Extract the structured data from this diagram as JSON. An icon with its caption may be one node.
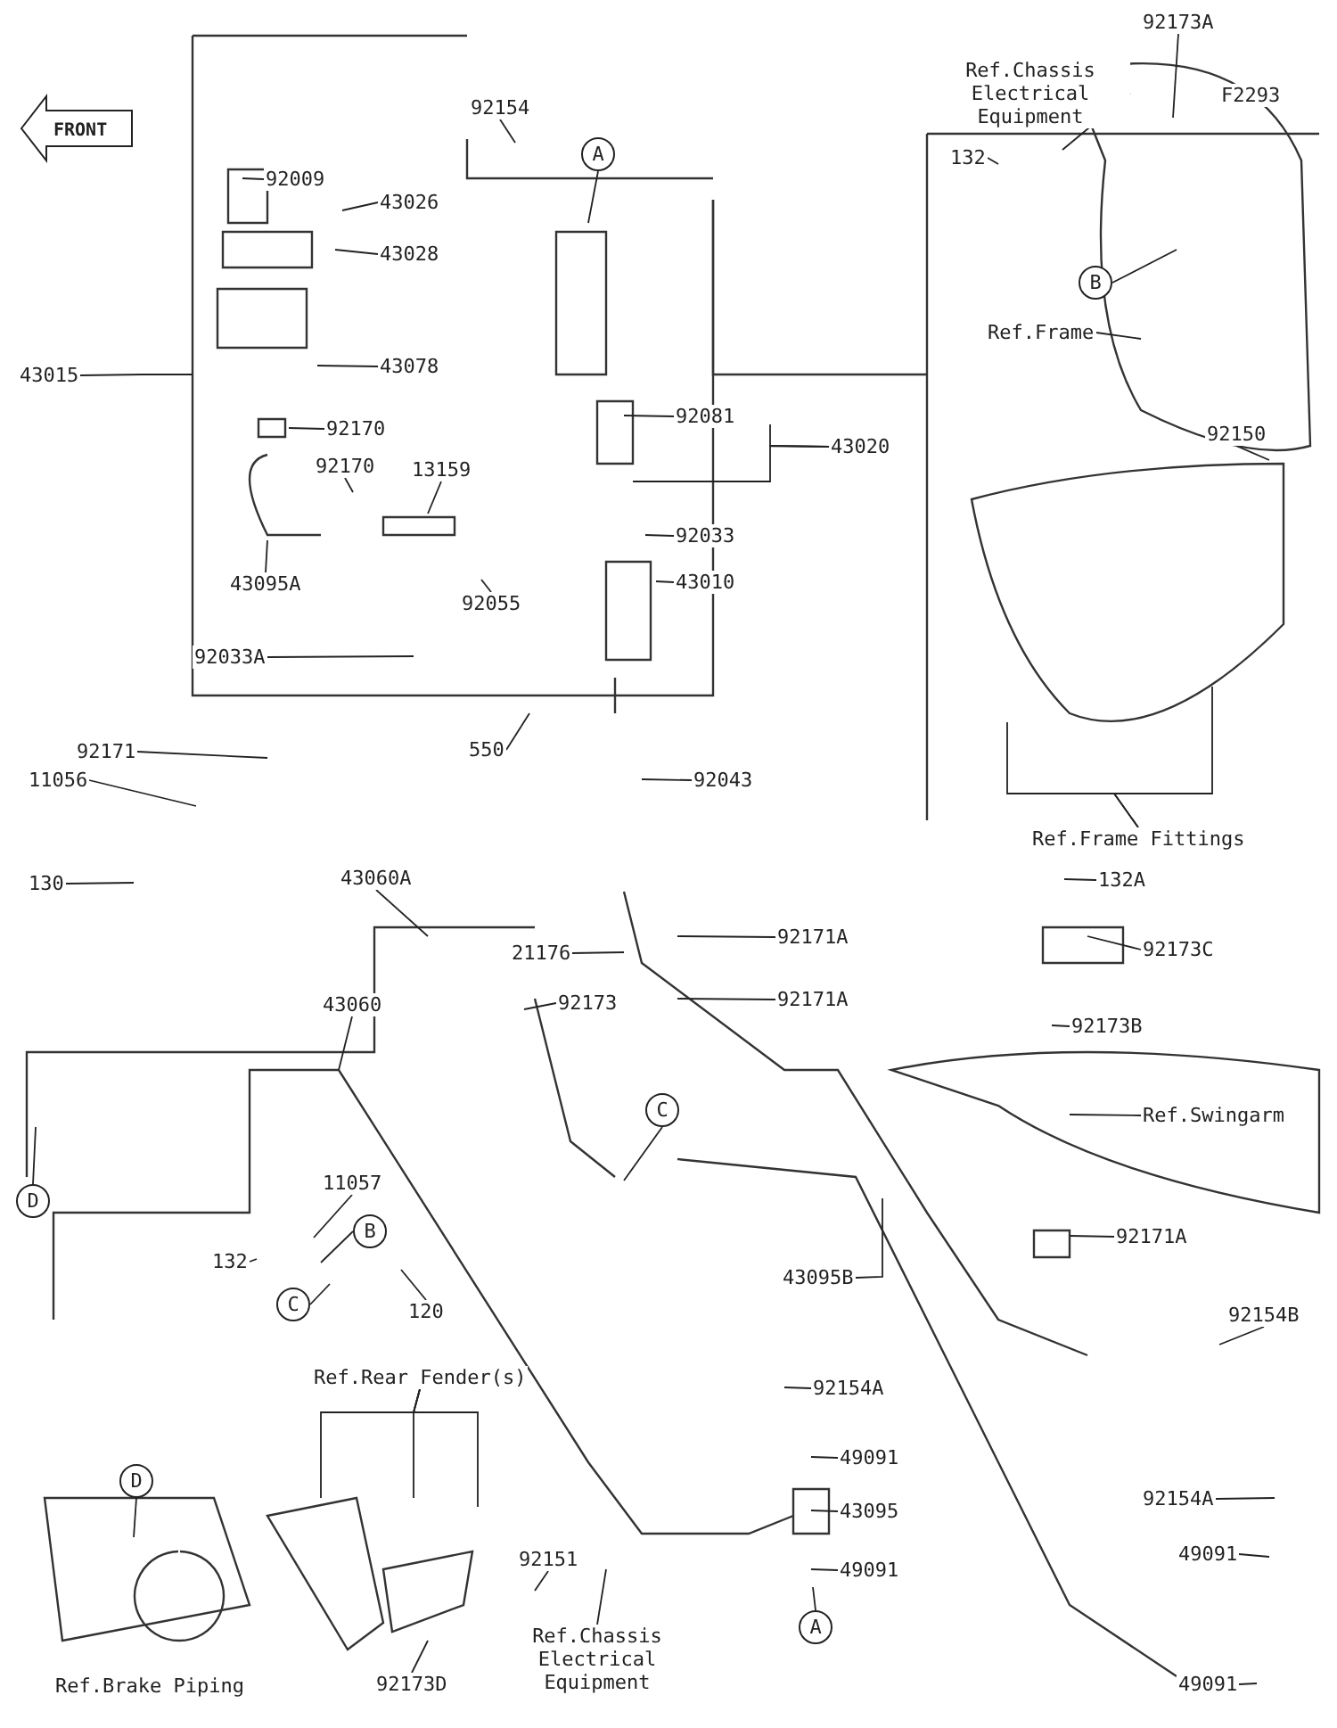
{
  "diagram": {
    "nodes": [
      {
        "text": [
          "92009"
        ]
      },
      {
        "text": [
          "92154"
        ]
      },
      {
        "text": [
          "43026"
        ]
      },
      {
        "text": [
          "43028"
        ]
      },
      {
        "text": [
          "43015"
        ]
      },
      {
        "text": [
          "43078"
        ]
      },
      {
        "text": [
          "92170"
        ]
      },
      {
        "text": [
          "92170"
        ]
      },
      {
        "text": [
          "13159"
        ]
      },
      {
        "text": [
          "43095A"
        ]
      },
      {
        "text": [
          "92055"
        ]
      },
      {
        "text": [
          "92033A"
        ]
      },
      {
        "text": [
          "A"
        ]
      },
      {
        "text": [
          "92081"
        ]
      },
      {
        "text": [
          "43020"
        ]
      },
      {
        "text": [
          "92033"
        ]
      },
      {
        "text": [
          "43010"
        ]
      },
      {
        "text": [
          "550"
        ]
      },
      {
        "text": [
          "92043"
        ]
      },
      {
        "text": [
          "92173A"
        ]
      },
      {
        "text": [
          "Ref.Chassis Electrical Equipment"
        ]
      },
      {
        "text": [
          "132"
        ]
      },
      {
        "text": [
          "B"
        ]
      },
      {
        "text": [
          "Ref.Frame"
        ]
      },
      {
        "text": [
          "92150"
        ]
      },
      {
        "text": [
          "Ref.Frame Fittings"
        ]
      },
      {
        "text": [
          "92171"
        ]
      },
      {
        "text": [
          "11056"
        ]
      },
      {
        "text": [
          "130"
        ]
      },
      {
        "text": [
          "43060A"
        ]
      },
      {
        "text": [
          "21176"
        ]
      },
      {
        "text": [
          "92171A"
        ]
      },
      {
        "text": [
          "92173"
        ]
      },
      {
        "text": [
          "92171A"
        ]
      },
      {
        "text": [
          "43060"
        ]
      },
      {
        "text": [
          "C"
        ]
      },
      {
        "text": [
          "D"
        ]
      },
      {
        "text": [
          "11057"
        ]
      },
      {
        "text": [
          "B"
        ]
      },
      {
        "text": [
          "132"
        ]
      },
      {
        "text": [
          "C"
        ]
      },
      {
        "text": [
          "120"
        ]
      },
      {
        "text": [
          "Ref.Rear Fender(s)"
        ]
      },
      {
        "text": [
          "43095B"
        ]
      },
      {
        "text": [
          "92154A"
        ]
      },
      {
        "text": [
          "49091"
        ]
      },
      {
        "text": [
          "43095"
        ]
      },
      {
        "text": [
          "49091"
        ]
      },
      {
        "text": [
          "A"
        ]
      },
      {
        "text": [
          "D"
        ]
      },
      {
        "text": [
          "92151"
        ]
      },
      {
        "text": [
          "Ref.Chassis Electrical Equipment"
        ]
      },
      {
        "text": [
          "Ref.Brake Piping"
        ]
      },
      {
        "text": [
          "92173D"
        ]
      },
      {
        "text": [
          "132A"
        ]
      },
      {
        "text": [
          "92173C"
        ]
      },
      {
        "text": [
          "92173B"
        ]
      },
      {
        "text": [
          "Ref.Swingarm"
        ]
      },
      {
        "text": [
          "92171A"
        ]
      },
      {
        "text": [
          "92154B"
        ]
      },
      {
        "text": [
          "92154A"
        ]
      },
      {
        "text": [
          "49091"
        ]
      },
      {
        "text": [
          "49091"
        ]
      }
    ],
    "edges": [
      {
        "from": 0,
        "to": null,
        "arrow": "none"
      },
      {
        "from": 1,
        "to": null,
        "arrow": "none"
      },
      {
        "from": 2,
        "to": null,
        "arrow": "none"
      },
      {
        "from": 3,
        "to": null,
        "arrow": "none"
      },
      {
        "from": 4,
        "to": null,
        "arrow": "none"
      },
      {
        "from": 5,
        "to": null,
        "arrow": "none"
      },
      {
        "from": 6,
        "to": null,
        "arrow": "none"
      },
      {
        "from": 7,
        "to": null,
        "arrow": "none"
      },
      {
        "from": 8,
        "to": null,
        "arrow": "none"
      },
      {
        "from": 9,
        "to": null,
        "arrow": "none"
      },
      {
        "from": 10,
        "to": null,
        "arrow": "none"
      },
      {
        "from": 11,
        "to": null,
        "arrow": "none"
      },
      {
        "from": 12,
        "to": null,
        "arrow": "none"
      },
      {
        "from": 13,
        "to": null,
        "arrow": "none"
      },
      {
        "from": 14,
        "to": null,
        "arrow": "none"
      },
      {
        "from": 14,
        "to": null,
        "arrow": "none"
      },
      {
        "from": 15,
        "to": null,
        "arrow": "none"
      },
      {
        "from": 16,
        "to": null,
        "arrow": "none"
      },
      {
        "from": 17,
        "to": null,
        "arrow": "none"
      },
      {
        "from": 18,
        "to": null,
        "arrow": "none"
      },
      {
        "from": 19,
        "to": null,
        "arrow": "none"
      },
      {
        "from": 20,
        "to": null,
        "arrow": "none"
      },
      {
        "from": 21,
        "to": null,
        "arrow": "none"
      },
      {
        "from": 22,
        "to": null,
        "arrow": "none"
      },
      {
        "from": 23,
        "to": null,
        "arrow": "none"
      },
      {
        "from": 24,
        "to": null,
        "arrow": "none"
      },
      {
        "from": 25,
        "to": null,
        "arrow": "none"
      },
      {
        "from": 25,
        "to": null,
        "arrow": "none"
      },
      {
        "from": 26,
        "to": null,
        "arrow": "none"
      },
      {
        "from": 27,
        "to": null,
        "arrow": "none"
      },
      {
        "from": 28,
        "to": null,
        "arrow": "none"
      },
      {
        "from": 29,
        "to": null,
        "arrow": "none"
      },
      {
        "from": 30,
        "to": null,
        "arrow": "none"
      },
      {
        "from": 31,
        "to": null,
        "arrow": "none"
      },
      {
        "from": 32,
        "to": null,
        "arrow": "none"
      },
      {
        "from": 33,
        "to": null,
        "arrow": "none"
      },
      {
        "from": 34,
        "to": null,
        "arrow": "none"
      },
      {
        "from": 35,
        "to": null,
        "arrow": "none"
      },
      {
        "from": 36,
        "to": null,
        "arrow": "none"
      },
      {
        "from": 37,
        "to": null,
        "arrow": "none"
      },
      {
        "from": 38,
        "to": null,
        "arrow": "none"
      },
      {
        "from": 39,
        "to": null,
        "arrow": "none"
      },
      {
        "from": 40,
        "to": null,
        "arrow": "none"
      },
      {
        "from": 41,
        "to": null,
        "arrow": "none"
      },
      {
        "from": 42,
        "to": null,
        "arrow": "none"
      },
      {
        "from": 42,
        "to": null,
        "arrow": "none"
      },
      {
        "from": 42,
        "to": null,
        "arrow": "none"
      },
      {
        "from": 43,
        "to": null,
        "arrow": "none"
      },
      {
        "from": 44,
        "to": null,
        "arrow": "none"
      },
      {
        "from": 45,
        "to": null,
        "arrow": "none"
      },
      {
        "from": 46,
        "to": null,
        "arrow": "none"
      },
      {
        "from": 47,
        "to": null,
        "arrow": "none"
      },
      {
        "from": 48,
        "to": null,
        "arrow": "none"
      },
      {
        "from": 49,
        "to": null,
        "arrow": "none"
      },
      {
        "from": 50,
        "to": null,
        "arrow": "none"
      },
      {
        "from": 51,
        "to": null,
        "arrow": "none"
      },
      {
        "from": 53,
        "to": null,
        "arrow": "none"
      },
      {
        "from": 54,
        "to": null,
        "arrow": "none"
      },
      {
        "from": 55,
        "to": null,
        "arrow": "none"
      },
      {
        "from": 56,
        "to": null,
        "arrow": "none"
      },
      {
        "from": 57,
        "to": null,
        "arrow": "none"
      },
      {
        "from": 58,
        "to": null,
        "arrow": "none"
      },
      {
        "from": 59,
        "to": null,
        "arrow": "none"
      },
      {
        "from": 60,
        "to": null,
        "arrow": "none"
      },
      {
        "from": 61,
        "to": null,
        "arrow": "none"
      },
      {
        "from": 62,
        "to": null,
        "arrow": "none"
      }
    ],
    "labels": [
      "FRONT",
      "F2293"
    ]
  }
}
